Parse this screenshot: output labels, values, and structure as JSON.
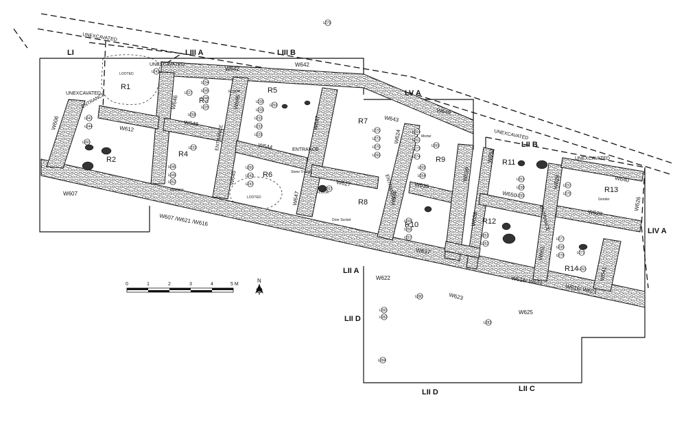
{
  "areas": [
    "LI",
    "LIII A",
    "LIII B",
    "LV A",
    "LII B",
    "LIV A",
    "LII A",
    "LII D",
    "LII D",
    "LII C"
  ],
  "rooms": [
    "R1",
    "R2",
    "R3",
    "R4",
    "R5",
    "R6",
    "R7",
    "R8",
    "R9",
    "R10",
    "R11",
    "R12",
    "R13",
    "R14"
  ],
  "walls": [
    "W642",
    "W642",
    "W646",
    "W648",
    "W645",
    "W612",
    "W606",
    "W607",
    "W644",
    "W645",
    "W647",
    "W643",
    "W649",
    "W647",
    "W624",
    "W627",
    "W635",
    "W634",
    "W639",
    "W650",
    "W638",
    "W652",
    "W628",
    "W620",
    "W640",
    "W661",
    "W641",
    "W607 /W621 /W616",
    "W622",
    "W623",
    "W625",
    "W616/ W621",
    "W616/ W621",
    "W626",
    "W637"
  ],
  "annotations": {
    "unexcavated": [
      "UNEXCAVATED",
      "UNEXCAVATED",
      "UNEXCAVATED",
      "UNEXCAVATED",
      "UNEXCAVATED"
    ],
    "looted": [
      "LOOTED",
      "LOOTED"
    ],
    "entrance": [
      "ENTRANCE",
      "ENTRANCE",
      "ENTRANCE",
      "ENTRANCE",
      "ENTRANCE"
    ],
    "floor": [
      "FLOOR",
      "FLOOR"
    ],
    "misc": [
      "Door Socket",
      "Millstone",
      "Grinder",
      "Mortar",
      "Stone Trough"
    ]
  },
  "loci": [
    "L243",
    "L234",
    "L245",
    "L248",
    "L241",
    "L244",
    "L246",
    "L249",
    "L252",
    "L260",
    "L259",
    "L258",
    "L236",
    "L239",
    "L231",
    "L232",
    "L229",
    "L227",
    "L225",
    "L233",
    "L250",
    "L242",
    "L247",
    "L264",
    "L261",
    "L273",
    "L274",
    "L270",
    "L272",
    "L275",
    "L266",
    "L267",
    "L268",
    "L256",
    "L257",
    "L265",
    "L254",
    "L269",
    "L253",
    "L238",
    "L255",
    "L251",
    "L262",
    "L237",
    "L276",
    "L277",
    "L235",
    "L278",
    "L271",
    "L263",
    "L279",
    "L280",
    "L281",
    "L282",
    "L283",
    "L284"
  ],
  "scale_bar": {
    "ticks": [
      "0",
      "1",
      "2",
      "3",
      "4",
      "5 M"
    ]
  },
  "north_arrow": {
    "label": "N"
  }
}
